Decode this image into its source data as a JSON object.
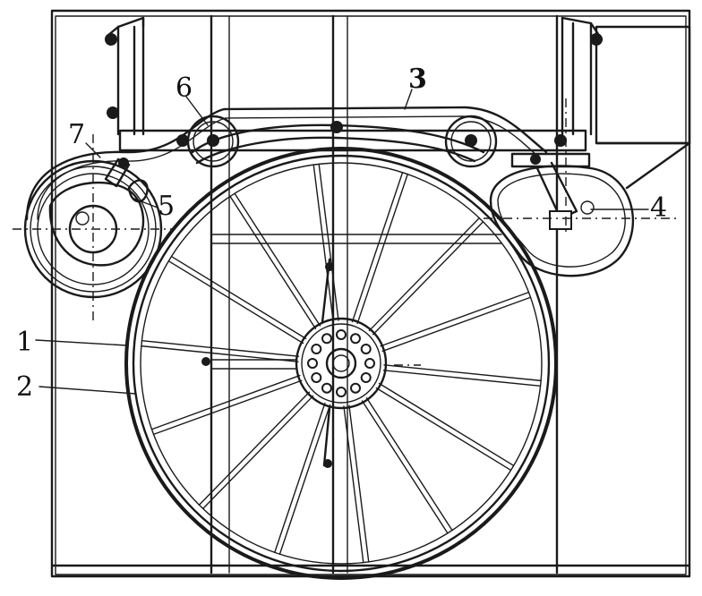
{
  "labels": {
    "l1": "1",
    "l2": "2",
    "l3": "3",
    "l4": "4",
    "l5": "5",
    "l6": "6",
    "l7": "7"
  },
  "colors": {
    "ink": "#1a1a1a",
    "paper": "#ffffff"
  }
}
